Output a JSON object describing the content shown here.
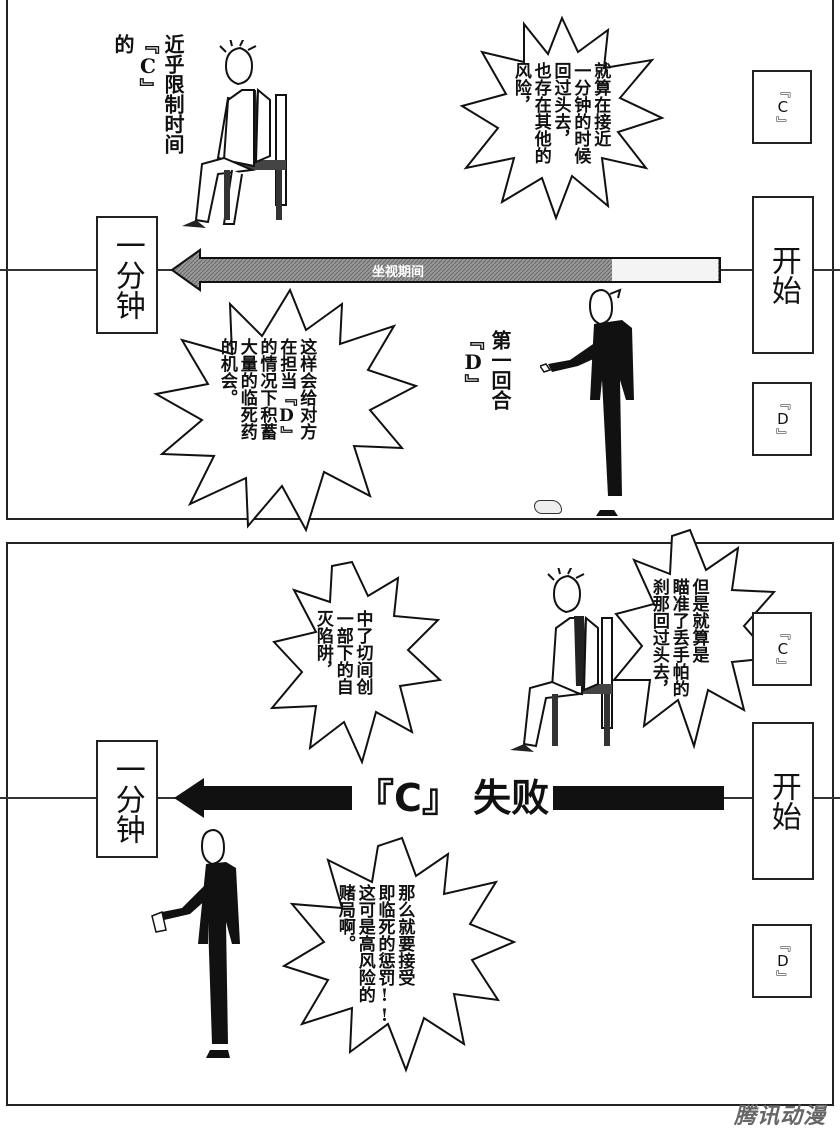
{
  "panel_top": {
    "caption_left": [
      "的",
      "『C』",
      "近乎限制时间"
    ],
    "bubble_c": [
      "风险，",
      "也存在其他的",
      "回过头去，",
      "一分钟的时候",
      "就算在接近"
    ],
    "box_start": "开始",
    "box_end": "一分钟",
    "box_c": "『C』",
    "box_d": "『D』",
    "arrow_label": "坐视期间",
    "caption_round": [
      "『D』",
      "第一回合"
    ],
    "bubble_d": [
      "的机会。",
      "大量的临死药",
      "的情况下积蓄",
      "在担当『D』",
      "这样会给对方"
    ]
  },
  "panel_bottom": {
    "bubble_trap": [
      "灭陷阱，",
      "一部下的自",
      "中了切间创"
    ],
    "bubble_aim": [
      "刹那回过头去，",
      "瞄准了丢手帕的",
      "但是就算是"
    ],
    "box_start": "开始",
    "box_end": "一分钟",
    "box_c": "『C』",
    "box_d": "『D』",
    "fail_text": "『C』 失败",
    "bubble_risk": [
      "赌局啊。",
      "这可是高风险的",
      "即临死的惩罚!!",
      "那么就要接受"
    ]
  },
  "watermark": "腾讯动漫"
}
